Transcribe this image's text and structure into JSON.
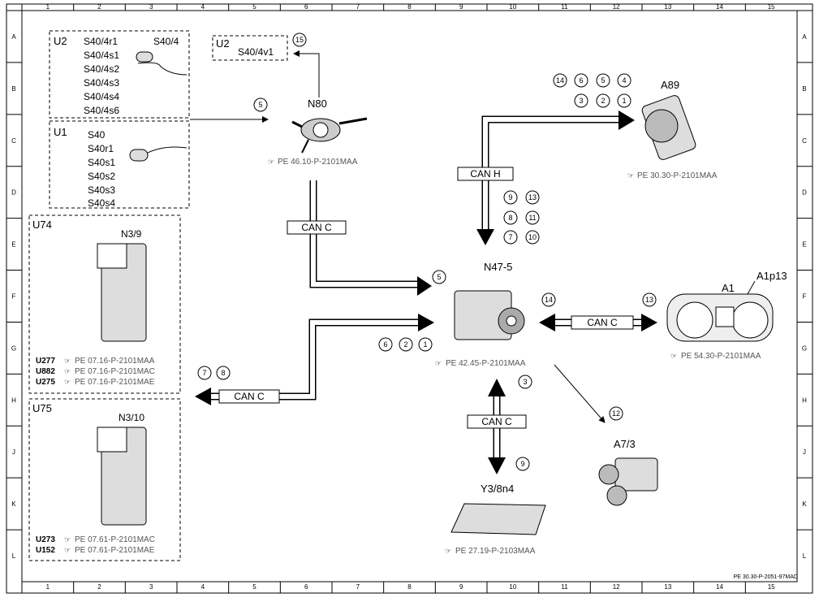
{
  "grid": {
    "cols": [
      "1",
      "2",
      "3",
      "4",
      "5",
      "6",
      "7",
      "8",
      "9",
      "10",
      "11",
      "12",
      "13",
      "14",
      "15"
    ],
    "rows": [
      "A",
      "B",
      "C",
      "D",
      "E",
      "F",
      "G",
      "H",
      "J",
      "K",
      "L"
    ]
  },
  "footer_ref": "PE 30.30-P-2051-97MAD",
  "group_u2": {
    "tag": "U2",
    "items": [
      "S40/4r1",
      "S40/4s1",
      "S40/4s2",
      "S40/4s3",
      "S40/4s4",
      "S40/4s6"
    ],
    "extra": "S40/4"
  },
  "group_u1": {
    "tag": "U1",
    "items": [
      "S40",
      "S40r1",
      "S40s1",
      "S40s2",
      "S40s3",
      "S40s4"
    ]
  },
  "group_u2b": {
    "tag": "U2",
    "item": "S40/4v1",
    "num": "15"
  },
  "n80": {
    "label": "N80",
    "ref": "PE 46.10-P-2101MAA",
    "num": "5"
  },
  "a89": {
    "label": "A89",
    "ref": "PE 30.30-P-2101MAA",
    "nums_top": [
      "14",
      "6",
      "5",
      "4"
    ],
    "nums_bot": [
      "3",
      "2",
      "1"
    ]
  },
  "can_h": {
    "label": "CAN H",
    "nums": [
      "9",
      "13",
      "8",
      "11",
      "7",
      "10"
    ]
  },
  "can_c1": {
    "label": "CAN C"
  },
  "n47": {
    "label": "N47-5",
    "ref": "PE 42.45-P-2101MAA",
    "num_top": "5",
    "nums_left": [
      "6",
      "2",
      "1"
    ]
  },
  "a1": {
    "label": "A1",
    "sub": "A1p13",
    "ref": "PE 54.30-P-2101MAA",
    "can": "CAN C",
    "num_left": "14",
    "num_right": "13"
  },
  "u74": {
    "tag": "U74",
    "label": "N3/9",
    "refs": [
      {
        "code": "U277",
        "ref": "PE 07.16-P-2101MAA"
      },
      {
        "code": "U882",
        "ref": "PE 07.16-P-2101MAC"
      },
      {
        "code": "U275",
        "ref": "PE 07.16-P-2101MAE"
      }
    ]
  },
  "u75": {
    "tag": "U75",
    "label": "N3/10",
    "refs": [
      {
        "code": "U273",
        "ref": "PE 07.61-P-2101MAC"
      },
      {
        "code": "U152",
        "ref": "PE 07.61-P-2101MAE"
      }
    ]
  },
  "can_c_left": {
    "label": "CAN C",
    "nums": [
      "7",
      "8"
    ]
  },
  "can_c_down": {
    "label": "CAN C",
    "num_top": "3",
    "num_bot": "9"
  },
  "a7": {
    "label": "A7/3",
    "num": "12"
  },
  "y3": {
    "label": "Y3/8n4",
    "ref": "PE 27.19-P-2103MAA"
  }
}
